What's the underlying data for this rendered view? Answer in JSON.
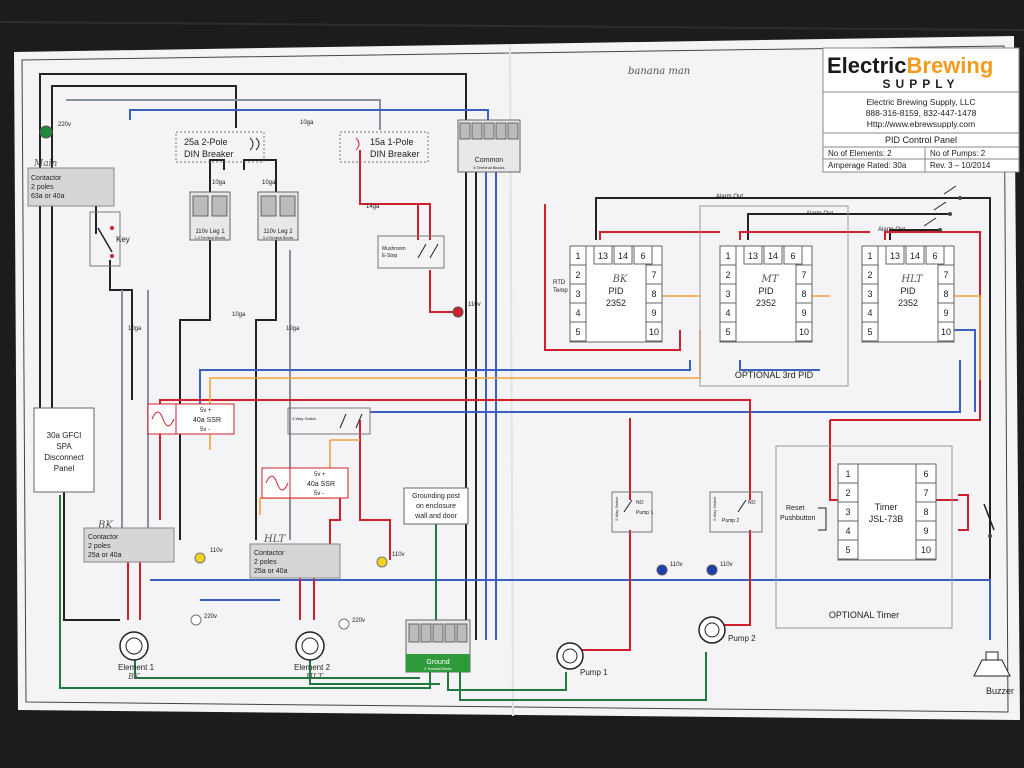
{
  "title_block": {
    "brand_part1": "Electric",
    "brand_part2": "Brewing",
    "brand_sub": "SUPPLY",
    "company": "Electric Brewing Supply, LLC",
    "phones": "888-316-8159, 832-447-1478",
    "url": "Http://www.ebrewsupply.com",
    "panel": "PID Control Panel",
    "elements": "No of Elements: 2",
    "pumps": "No of Pumps:  2",
    "amperage": "Amperage Rated: 30a",
    "revision": "Rev. 3 – 10/2014"
  },
  "handwriting": {
    "top_note": "banana man",
    "main": "Main",
    "bk": "BK",
    "hlt": "HLT",
    "pid_bk": "BK",
    "pid_mt": "MT",
    "pid_hlt": "HLT",
    "element1_note": "BK",
    "element2_note": "HLT"
  },
  "labels": {
    "main_contactor": [
      "Contactor",
      "2 poles",
      "63a or 40a"
    ],
    "key": "Key",
    "breaker_2pole": [
      "25a 2-Pole",
      "DIN Breaker"
    ],
    "breaker_1pole": [
      "15a 1-Pole",
      "DIN Breaker"
    ],
    "common_block": "Common",
    "common_sub": "5 Terminal Blocks",
    "leg1": "110v Leg 1",
    "leg1_sub": "1-3 Terminal Blocks",
    "leg2": "110v Leg 2",
    "leg2_sub": "3-4 Terminal Blocks",
    "gfci": [
      "30a GFCI",
      "SPA",
      "Disconnect",
      "Panel"
    ],
    "ssr1": [
      "5v +",
      "40a SSR",
      "5v -"
    ],
    "ssr2": [
      "5v +",
      "40a SSR",
      "5v -"
    ],
    "bk_contactor": [
      "Contactor",
      "2 poles",
      "25a or 40a"
    ],
    "hlt_contactor": [
      "Contactor",
      "2 poles",
      "25a or 40a"
    ],
    "grounding": [
      "Grounding post",
      "on enclosure",
      "wall and door"
    ],
    "ground_block": "Ground",
    "ground_sub": "5 Terminal Blocks",
    "element1": "Element 1",
    "element2": "Element 2",
    "pump1": "Pump 1",
    "pump2": "Pump 2",
    "buzzer": "Buzzer",
    "rtd": [
      "RTD",
      "Temp"
    ],
    "mushroom": [
      "Mushroom",
      "E-Stop"
    ],
    "optional_pid": "OPTIONAL 3rd PID",
    "optional_timer": "OPTIONAL Timer",
    "timer": [
      "Timer",
      "JSL-73B"
    ],
    "reset": [
      "Reset",
      "Pushbutton"
    ],
    "alarm_out": "Alarm Out",
    "pid_name": "PID",
    "pid_model": "2352",
    "pid_pins_left": [
      "1",
      "2",
      "3",
      "4",
      "5"
    ],
    "pid_pins_right": [
      "7",
      "8",
      "9",
      "10"
    ],
    "pid_top_pins": [
      "13",
      "14",
      "6"
    ],
    "timer_pins_left": [
      "1",
      "2",
      "3",
      "4",
      "5"
    ],
    "timer_pins_right": [
      "6",
      "7",
      "8",
      "9",
      "10"
    ],
    "switch_3way": "3-Way Switch",
    "switch_2way": "2-Way Switch",
    "pump_no": "NO",
    "pump_sw1": "Pump 1",
    "pump_sw2": "Pump 2",
    "v110": "110v",
    "v220": "220v",
    "wire_10ga": "10ga",
    "wire_14ga": "14ga"
  },
  "colors": {
    "background": "#1b1c1e",
    "paper": "#f4f4f6",
    "wire_black": "#222222",
    "wire_red": "#d0202b",
    "wire_blue": "#3b5fc2",
    "wire_green": "#1f7a3d",
    "wire_orange": "#f0a23b",
    "led_green": "#1e8a3a",
    "led_red": "#d0202b",
    "led_yellow": "#f2d21c",
    "led_blue": "#1c3fb0",
    "brand_black": "#1a1a1a",
    "brand_orange": "#f29b1d"
  }
}
